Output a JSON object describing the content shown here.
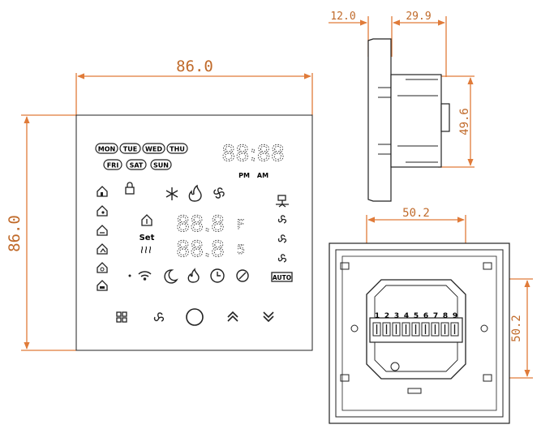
{
  "colors": {
    "dimension": "#e07b39",
    "dimension_text": "#c06a2a",
    "outline": "#222222",
    "panel": "#ffffff"
  },
  "front_view": {
    "width_label": "86.0",
    "height_label": "86.0",
    "days_row1": [
      "MON",
      "TUE",
      "WED",
      "THU"
    ],
    "days_row2": [
      "FRI",
      "SAT",
      "SUN"
    ],
    "clock_digits": "88:88",
    "pm_label": "PM",
    "am_label": "AM",
    "set_label": "Set",
    "auto_label": "AUTO",
    "icons_left": [
      "home-mode-1-icon",
      "home-mode-2-icon",
      "home-mode-3-icon",
      "home-mode-4-icon",
      "home-mode-5-icon",
      "home-mode-6-icon"
    ],
    "icons_top": [
      "lock-icon",
      "snowflake-icon",
      "flame-icon",
      "fan-icon"
    ],
    "icons_right": [
      "valve-icon",
      "fan-low-icon",
      "fan-mid-icon",
      "fan-high-icon"
    ],
    "status_icons": [
      "wifi-icon",
      "moon-icon",
      "heat-icon",
      "clock-icon",
      "eco-icon"
    ],
    "buttons": [
      "menu-button",
      "fan-button",
      "power-button",
      "up-button",
      "down-button"
    ]
  },
  "side_view": {
    "depth_label": "12.0",
    "body_label": "29.9",
    "height_label": "49.6"
  },
  "back_view": {
    "width_label": "50.2",
    "height_label": "50.2",
    "terminals": [
      "1",
      "2",
      "3",
      "4",
      "5",
      "6",
      "7",
      "8",
      "9"
    ]
  }
}
